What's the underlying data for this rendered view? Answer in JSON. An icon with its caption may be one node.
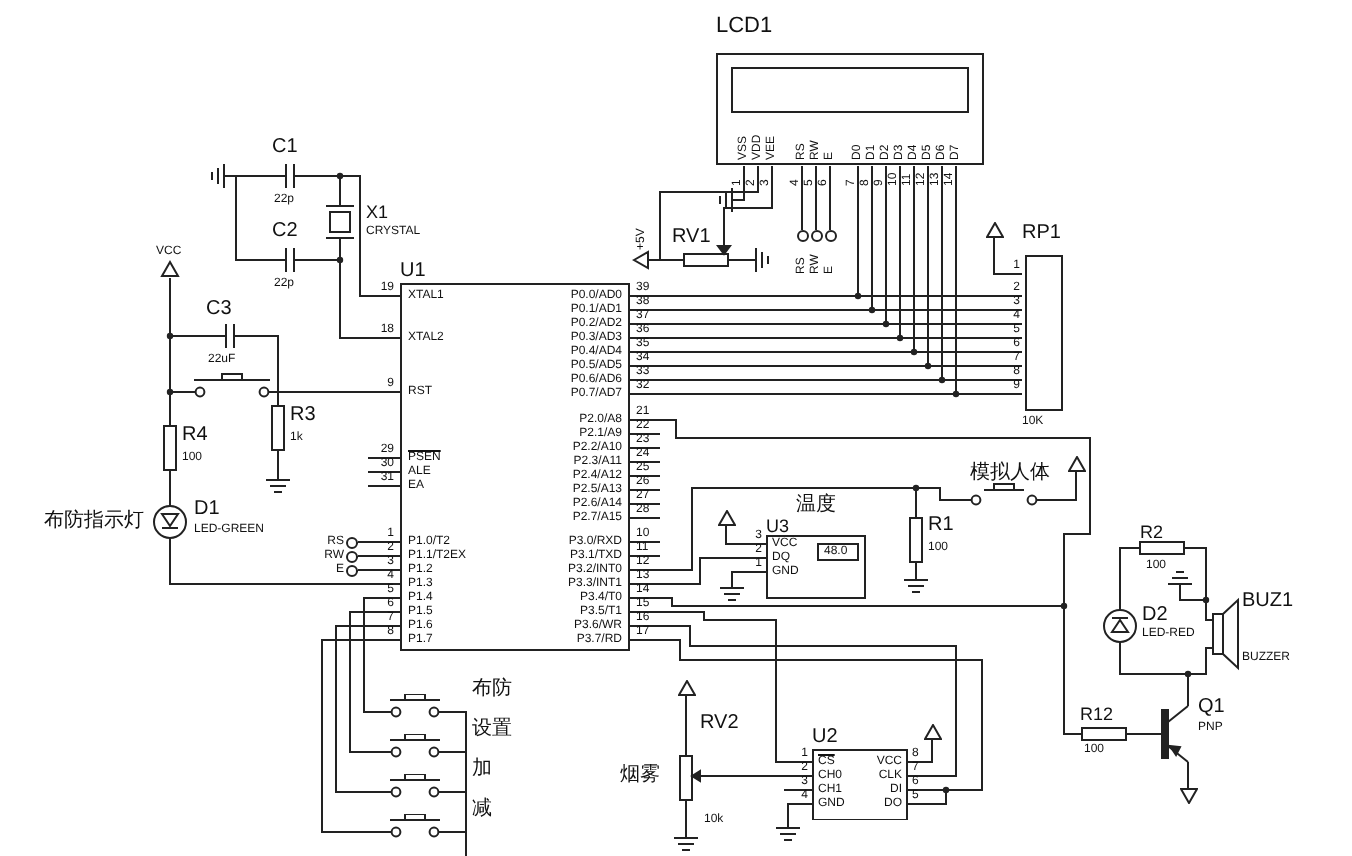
{
  "diagram": {
    "nodes": [
      {
        "text": [
          "LCD1",
          "VSS",
          "VDD",
          "VEE",
          "RS",
          "RW",
          "E",
          "D0",
          "D1",
          "D2",
          "D3",
          "D4",
          "D5",
          "D6",
          "D7"
        ],
        "beside": [
          "1",
          "2",
          "3",
          "4",
          "5",
          "6",
          "7",
          "8",
          "9",
          "10",
          "11",
          "12",
          "13",
          "14"
        ]
      },
      {
        "text": [
          "X1",
          "CRYSTAL"
        ]
      },
      {
        "text": [
          "C1",
          "22p"
        ]
      },
      {
        "text": [
          "C2",
          "22p"
        ]
      },
      {
        "text": [
          "U1",
          "XTAL1",
          "XTAL2",
          "RST",
          "PSEN",
          "ALE",
          "EA",
          "P1.0/T2",
          "P1.1/T2EX",
          "P1.2",
          "P1.3",
          "P1.4",
          "P1.5",
          "P1.6",
          "P1.7",
          "P0.0/AD0",
          "P0.1/AD1",
          "P0.2/AD2",
          "P0.3/AD3",
          "P0.4/AD4",
          "P0.5/AD5",
          "P0.6/AD6",
          "P0.7/AD7",
          "P2.0/A8",
          "P2.1/A9",
          "P2.2/A10",
          "P2.3/A11",
          "P2.4/A12",
          "P2.5/A13",
          "P2.6/A14",
          "P2.7/A15",
          "P3.0/RXD",
          "P3.1/TXD",
          "P3.2/INT0",
          "P3.3/INT1",
          "P3.4/T0",
          "P3.5/T1",
          "P3.6/WR",
          "P3.7/RD"
        ],
        "beside": [
          "19",
          "18",
          "9",
          "29",
          "30",
          "31",
          "1",
          "2",
          "3",
          "4",
          "5",
          "6",
          "7",
          "8",
          "39",
          "38",
          "37",
          "36",
          "35",
          "34",
          "33",
          "32",
          "21",
          "22",
          "23",
          "24",
          "25",
          "26",
          "27",
          "28",
          "10",
          "11",
          "12",
          "13",
          "14",
          "15",
          "16",
          "17"
        ]
      },
      {
        "text": [
          "C3",
          "22uF"
        ]
      },
      {
        "text": [
          "R3",
          "1k"
        ]
      },
      {
        "text": [
          "R4",
          "100"
        ]
      },
      {
        "text": [
          "D1",
          "LED-GREEN"
        ],
        "beside": [
          "布防指示灯"
        ]
      },
      {
        "text": [
          "RV1"
        ]
      },
      {
        "text": [
          "RP1",
          "10K"
        ],
        "beside": [
          "1",
          "2",
          "3",
          "4",
          "5",
          "6",
          "7",
          "8",
          "9"
        ]
      },
      {
        "text": [
          "U3",
          "48.0",
          "VCC",
          "DQ",
          "GND"
        ],
        "beside": [
          "温度",
          "3",
          "2",
          "1"
        ]
      },
      {
        "text": [
          "R1",
          "100"
        ]
      },
      {
        "text": [
          "模拟人体"
        ]
      },
      {
        "text": [
          "R2",
          "100"
        ]
      },
      {
        "text": [
          "D2",
          "LED-RED"
        ]
      },
      {
        "text": [
          "BUZ1",
          "BUZZER"
        ]
      },
      {
        "text": [
          "R12",
          "100"
        ]
      },
      {
        "text": [
          "Q1",
          "PNP"
        ]
      },
      {
        "text": [
          "RV2",
          "10k"
        ],
        "beside": [
          "烟雾"
        ]
      },
      {
        "text": [
          "U2",
          "CS",
          "CH0",
          "CH1",
          "GND",
          "VCC",
          "CLK",
          "DI",
          "DO"
        ],
        "beside": [
          "1",
          "2",
          "3",
          "4",
          "8",
          "7",
          "6",
          "5"
        ]
      },
      {
        "text": [],
        "shape": "switch",
        "beside": [
          "布防"
        ]
      },
      {
        "text": [],
        "shape": "switch",
        "beside": [
          "设置"
        ]
      },
      {
        "text": [],
        "shape": "switch",
        "beside": [
          "加"
        ]
      },
      {
        "text": [],
        "shape": "switch",
        "beside": [
          "减"
        ]
      },
      {
        "text": [],
        "shape": "switch"
      },
      {
        "text": [
          "VCC"
        ]
      },
      {
        "text": [
          "+5V"
        ]
      },
      {
        "text": [],
        "shape": "triangle"
      },
      {
        "text": [],
        "shape": "triangle"
      },
      {
        "text": [],
        "shape": "triangle"
      },
      {
        "text": [],
        "shape": "triangle"
      },
      {
        "text": [],
        "shape": "triangle"
      },
      {
        "text": [],
        "shape": "triangle"
      },
      {
        "text": [
          "RS"
        ]
      },
      {
        "text": [
          "RW"
        ]
      },
      {
        "text": [
          "E"
        ]
      },
      {
        "text": [
          "RS"
        ]
      },
      {
        "text": [
          "RW"
        ]
      },
      {
        "text": [
          "E"
        ]
      }
    ],
    "edges": [
      {
        "from": 2,
        "to": 1,
        "arrow": "none"
      },
      {
        "from": 1,
        "to": 4,
        "arrow": "none"
      },
      {
        "from": 3,
        "to": 1,
        "arrow": "none"
      },
      {
        "from": 1,
        "to": 4,
        "arrow": "none"
      },
      {
        "from": 2,
        "to": 3,
        "arrow": "none"
      },
      {
        "from": 5,
        "to": 7,
        "arrow": "none"
      },
      {
        "from": 25,
        "to": 7,
        "arrow": "none"
      },
      {
        "from": 5,
        "to": 6,
        "arrow": "none"
      },
      {
        "from": 25,
        "to": 6,
        "arrow": "none"
      },
      {
        "from": 6,
        "to": 4,
        "arrow": "none"
      },
      {
        "from": 7,
        "to": 8,
        "arrow": "none"
      },
      {
        "from": 8,
        "to": 4,
        "arrow": "none"
      },
      {
        "from": 0,
        "to": 9,
        "arrow": "none"
      },
      {
        "from": 0,
        "to": 9,
        "arrow": "none"
      },
      {
        "from": 0,
        "to": 4,
        "arrow": "none"
      },
      {
        "from": 0,
        "to": 4,
        "arrow": "none"
      },
      {
        "from": 0,
        "to": 4,
        "arrow": "none"
      },
      {
        "from": 0,
        "to": 4,
        "arrow": "none"
      },
      {
        "from": 0,
        "to": 4,
        "arrow": "none"
      },
      {
        "from": 0,
        "to": 4,
        "arrow": "none"
      },
      {
        "from": 0,
        "to": 4,
        "arrow": "none"
      },
      {
        "from": 0,
        "to": 4,
        "arrow": "none"
      },
      {
        "from": 4,
        "to": 10,
        "arrow": "none"
      },
      {
        "from": 4,
        "to": 10,
        "arrow": "none"
      },
      {
        "from": 4,
        "to": 10,
        "arrow": "none"
      },
      {
        "from": 4,
        "to": 10,
        "arrow": "none"
      },
      {
        "from": 4,
        "to": 10,
        "arrow": "none"
      },
      {
        "from": 4,
        "to": 10,
        "arrow": "none"
      },
      {
        "from": 4,
        "to": 10,
        "arrow": "none"
      },
      {
        "from": 4,
        "to": 10,
        "arrow": "none"
      },
      {
        "from": 4,
        "to": 17,
        "arrow": "none"
      },
      {
        "from": 4,
        "to": 17,
        "arrow": "none"
      },
      {
        "from": 17,
        "to": 18,
        "arrow": "none"
      },
      {
        "from": 18,
        "to": 15,
        "arrow": "none"
      },
      {
        "from": 18,
        "to": 16,
        "arrow": "none"
      },
      {
        "from": 15,
        "to": 14,
        "arrow": "none"
      },
      {
        "from": 14,
        "to": 16,
        "arrow": "none"
      },
      {
        "from": 13,
        "to": 12,
        "arrow": "none"
      },
      {
        "from": 4,
        "to": 12,
        "arrow": "none"
      },
      {
        "from": 4,
        "to": 11,
        "arrow": "none"
      },
      {
        "from": 4,
        "to": 20,
        "arrow": "none"
      },
      {
        "from": 4,
        "to": 20,
        "arrow": "none"
      },
      {
        "from": 4,
        "to": 20,
        "arrow": "none"
      },
      {
        "from": 19,
        "to": 20,
        "arrow": "none"
      },
      {
        "from": 4,
        "to": 21,
        "arrow": "none"
      },
      {
        "from": 4,
        "to": 22,
        "arrow": "none"
      },
      {
        "from": 4,
        "to": 23,
        "arrow": "none"
      },
      {
        "from": 4,
        "to": 24,
        "arrow": "none"
      },
      {
        "from": 21,
        "to": 22,
        "arrow": "none"
      },
      {
        "from": 22,
        "to": 23,
        "arrow": "none"
      },
      {
        "from": 23,
        "to": 24,
        "arrow": "none"
      },
      {
        "from": 26,
        "to": 7,
        "arrow": "none"
      },
      {
        "from": 27,
        "to": 9,
        "arrow": "none"
      },
      {
        "from": 10,
        "to": 28,
        "arrow": "none"
      },
      {
        "from": 13,
        "to": 29,
        "arrow": "none"
      },
      {
        "from": 11,
        "to": 30,
        "arrow": "none"
      },
      {
        "from": 19,
        "to": 31,
        "arrow": "none"
      },
      {
        "from": 20,
        "to": 32,
        "arrow": "none"
      },
      {
        "from": 18,
        "to": 33,
        "arrow": "none"
      },
      {
        "from": 0,
        "to": 34,
        "arrow": "none"
      },
      {
        "from": 0,
        "to": 35,
        "arrow": "none"
      },
      {
        "from": 0,
        "to": 36,
        "arrow": "none"
      },
      {
        "from": 4,
        "to": 37,
        "arrow": "none"
      },
      {
        "from": 4,
        "to": 38,
        "arrow": "none"
      },
      {
        "from": 4,
        "to": 39,
        "arrow": "none"
      }
    ]
  }
}
